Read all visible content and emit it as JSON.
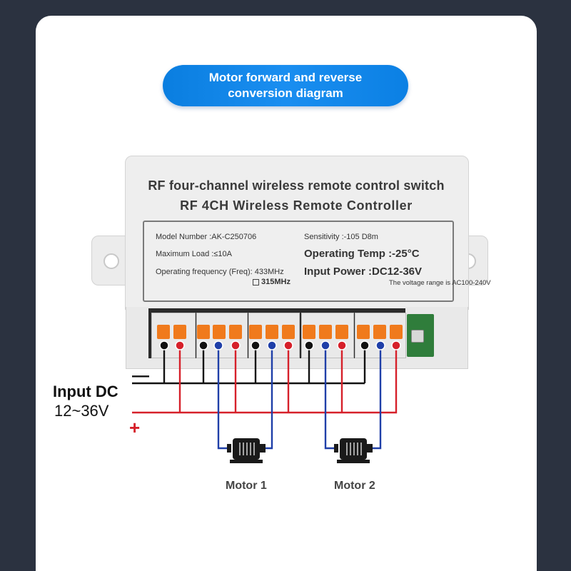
{
  "title": {
    "line1": "Motor forward and reverse",
    "line2": "conversion diagram"
  },
  "device": {
    "title_en": "RF four-channel wireless remote control switch",
    "title_sub": "RF 4CH Wireless Remote Controller",
    "specs": {
      "model_number": "Model Number :AK-C250706",
      "maximum_load": "Maximum Load :≤10A",
      "operating_frequency": "Operating frequency (Freq): 433MHz",
      "alt_frequency": "315MHz",
      "sensitivity": "Sensitivity :-105 D8m",
      "operating_temp": "Operating Temp :-25°C",
      "input_power": "Input Power :DC12-36V",
      "voltage_range": "The voltage range is AC100-240V"
    }
  },
  "wiring": {
    "input_label": "Input DC",
    "input_voltage": "12~36V",
    "negative_symbol": "—",
    "positive_symbol": "+",
    "motor1_label": "Motor 1",
    "motor2_label": "Motor 2",
    "colors": {
      "negative": "#111111",
      "positive": "#d6202a",
      "motor": "#1f3fa8",
      "lever": "#f07a1c"
    }
  }
}
